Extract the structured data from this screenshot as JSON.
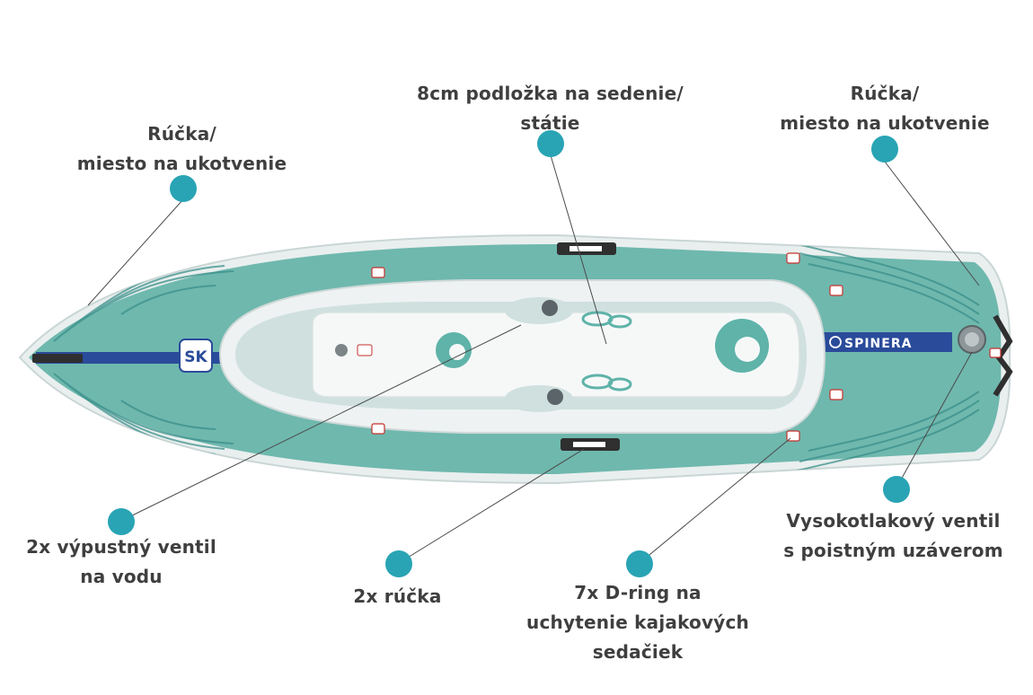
{
  "callouts": {
    "handle_left": {
      "lines": [
        "Rúčka/",
        "miesto na ukotvenie"
      ]
    },
    "seat_pad": {
      "lines": [
        "8cm podložka na sedenie/",
        "státie"
      ]
    },
    "handle_right": {
      "lines": [
        "Rúčka/",
        "miesto na ukotvenie"
      ]
    },
    "drain_valve": {
      "lines": [
        "2x výpustný ventil",
        "na vodu"
      ]
    },
    "carry_handle": {
      "lines": [
        "2x rúčka"
      ]
    },
    "d_ring": {
      "lines": [
        "7x D-ring na",
        "uchytenie kajakových",
        "sedačiek"
      ]
    },
    "hp_valve": {
      "lines": [
        "Vysokotlakový ventil",
        "s poistným uzáverom"
      ]
    }
  },
  "brand": {
    "name": "SPINERA",
    "badge": "SK"
  },
  "colors": {
    "hull": "#6fb8ae",
    "hull_dark": "#3a8f8a",
    "rail": "#e9efee",
    "stripe": "#2a4b9a",
    "deck": "#f3f5f5",
    "accent_dot": "#29a4b4",
    "text": "#3f3f3f"
  },
  "icons": [
    "footprint-icon",
    "spinera-logo-icon",
    "valve-icon",
    "d-ring-icon",
    "handle-icon"
  ]
}
